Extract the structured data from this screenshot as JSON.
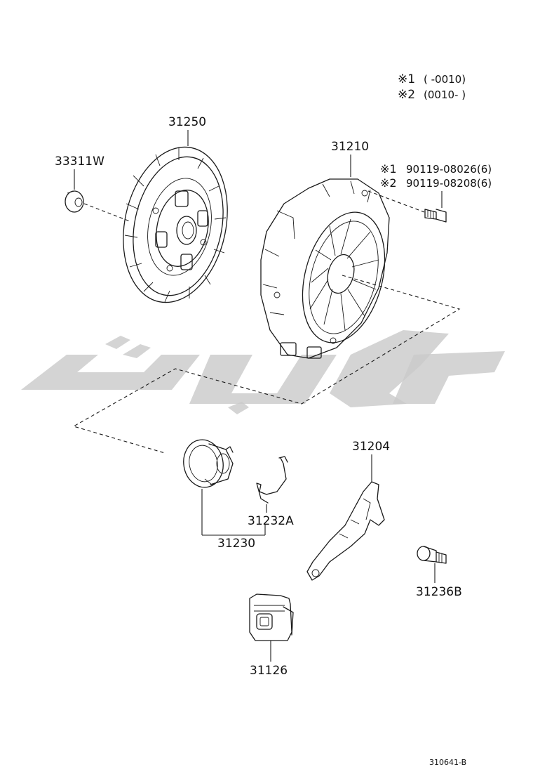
{
  "legend": {
    "line1_mark": "※1",
    "line1_range": "(        -0010)",
    "line2_mark": "※2",
    "line2_range": "(0010-        )"
  },
  "parts": {
    "p31250": "31250",
    "p33311w": "33311W",
    "p31210": "31210",
    "bolt_1_mark": "※1",
    "bolt_1": "90119-08026(6)",
    "bolt_2_mark": "※2",
    "bolt_2": "90119-08208(6)",
    "p31204": "31204",
    "p31232a": "31232A",
    "p31230": "31230",
    "p31236b": "31236B",
    "p31126": "31126"
  },
  "figure_code": "310641-B"
}
